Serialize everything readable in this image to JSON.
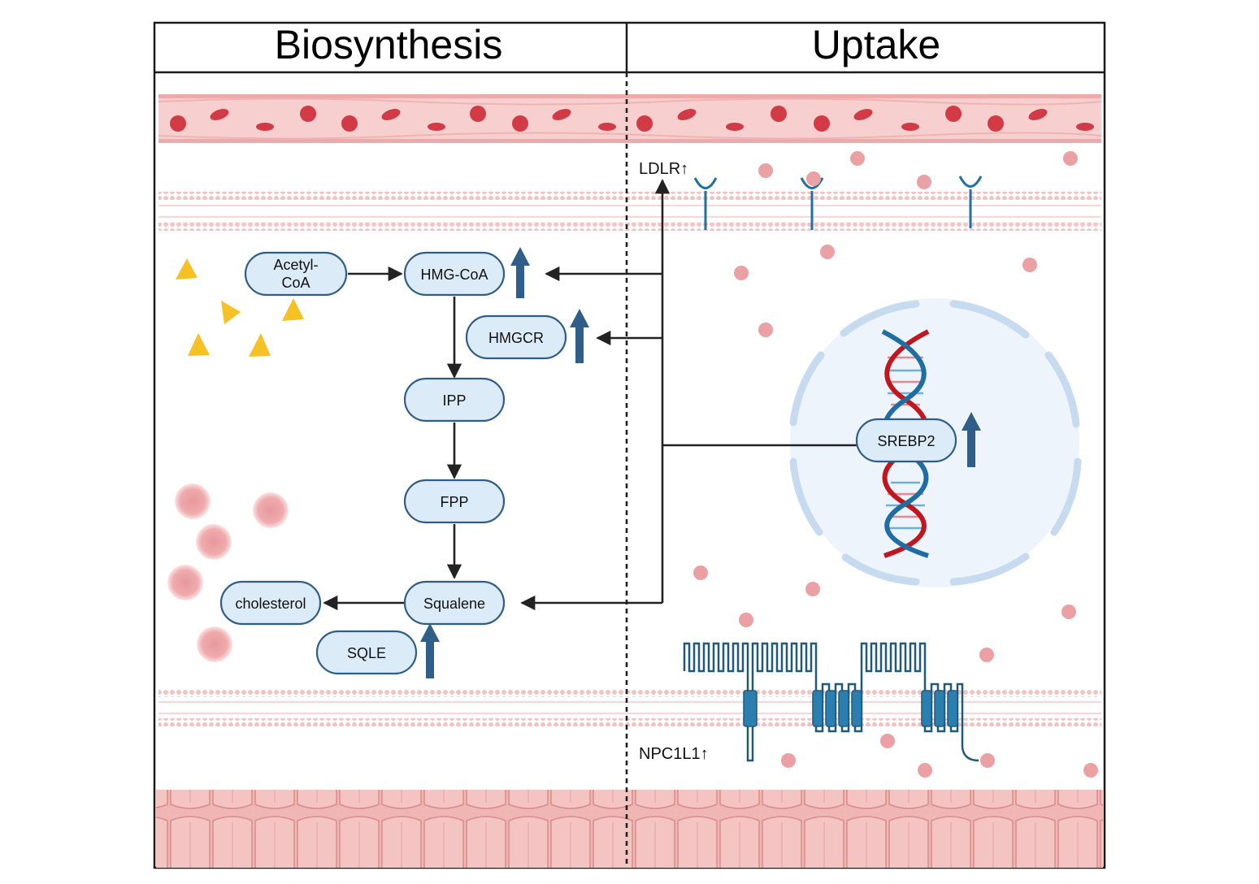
{
  "headers": {
    "left": "Biosynthesis",
    "right": "Uptake"
  },
  "nodes": {
    "acetyl_coa_line1": "Acetyl-",
    "acetyl_coa_line2": "CoA",
    "hmg_coa": "HMG-CoA",
    "hmgcr": "HMGCR",
    "ipp": "IPP",
    "fpp": "FPP",
    "squalene": "Squalene",
    "cholesterol": "cholesterol",
    "sqle": "SQLE",
    "srebp2": "SREBP2"
  },
  "labels": {
    "ldlr": "LDLR↑",
    "npc1l1": "NPC1L1↑"
  },
  "icons": [
    "blood-vessel-icon",
    "red-blood-cell-icon",
    "cell-membrane-icon",
    "ldl-receptor-icon",
    "acetyl-coa-molecule-icon",
    "cholesterol-droplet-icon",
    "nucleus-icon",
    "dna-helix-icon",
    "npc1l1-transporter-icon",
    "intestinal-villi-icon",
    "up-arrow-icon"
  ],
  "colors": {
    "node_fill": "#dcebf8",
    "node_stroke": "#2f5d86",
    "up_arrow": "#2f5f88",
    "vessel": "#f7cfcf",
    "rbc": "#d23a45",
    "droplet": "#eaa0a3",
    "triangle": "#f5c124",
    "dna_red": "#c0161e",
    "dna_blue": "#1f6ea3",
    "intestine": "#efb6b3"
  }
}
